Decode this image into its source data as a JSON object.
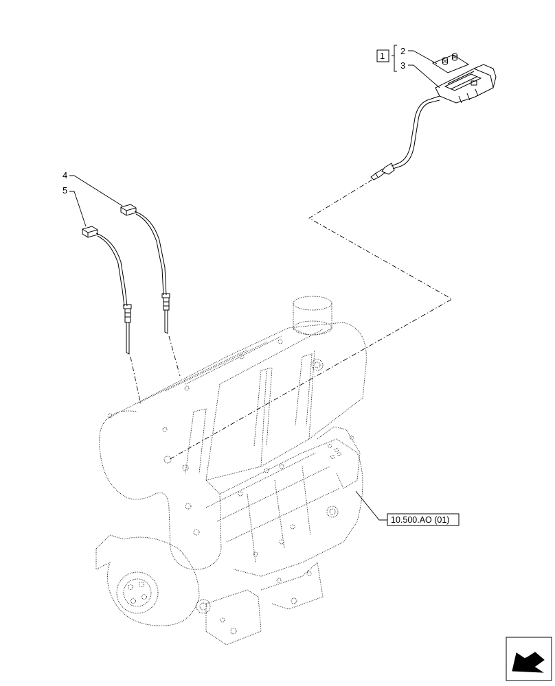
{
  "callouts": {
    "kit_box": "1",
    "item_2": "2",
    "item_3": "3",
    "item_4": "4",
    "item_5": "5"
  },
  "reference": {
    "label": "10.500.AO (01)"
  },
  "icons": {
    "nav_arrow": "navigation-arrow-icon"
  },
  "colors": {
    "line": "#000000",
    "background": "#ffffff"
  }
}
